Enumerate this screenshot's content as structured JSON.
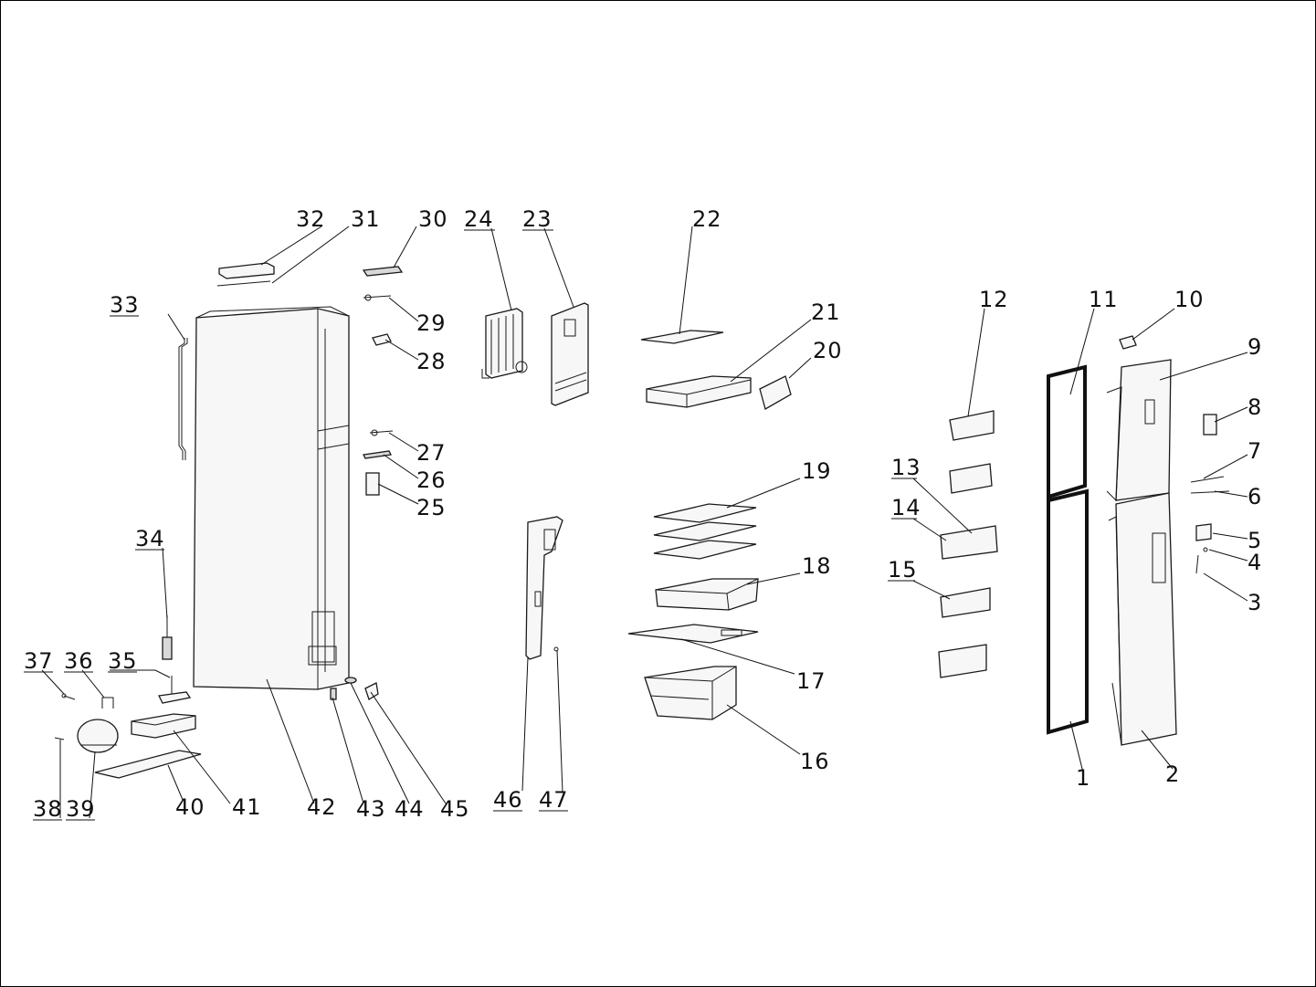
{
  "diagram": {
    "border_color": "#000000",
    "line_color": "#111111",
    "callouts": [
      {
        "id": "1",
        "label": "1",
        "underlined": false
      },
      {
        "id": "2",
        "label": "2",
        "underlined": false
      },
      {
        "id": "3",
        "label": "3",
        "underlined": false
      },
      {
        "id": "4",
        "label": "4",
        "underlined": false
      },
      {
        "id": "5",
        "label": "5",
        "underlined": false
      },
      {
        "id": "6",
        "label": "6",
        "underlined": false
      },
      {
        "id": "7",
        "label": "7",
        "underlined": false
      },
      {
        "id": "8",
        "label": "8",
        "underlined": false
      },
      {
        "id": "9",
        "label": "9",
        "underlined": false
      },
      {
        "id": "10",
        "label": "10",
        "underlined": false
      },
      {
        "id": "11",
        "label": "11",
        "underlined": false
      },
      {
        "id": "12",
        "label": "12",
        "underlined": false
      },
      {
        "id": "13",
        "label": "13",
        "underlined": true
      },
      {
        "id": "14",
        "label": "14",
        "underlined": true
      },
      {
        "id": "15",
        "label": "15",
        "underlined": true
      },
      {
        "id": "16",
        "label": "16",
        "underlined": false
      },
      {
        "id": "17",
        "label": "17",
        "underlined": false
      },
      {
        "id": "18",
        "label": "18",
        "underlined": false
      },
      {
        "id": "19",
        "label": "19",
        "underlined": false
      },
      {
        "id": "20",
        "label": "20",
        "underlined": false
      },
      {
        "id": "21",
        "label": "21",
        "underlined": false
      },
      {
        "id": "22",
        "label": "22",
        "underlined": false
      },
      {
        "id": "23",
        "label": "23",
        "underlined": true
      },
      {
        "id": "24",
        "label": "24",
        "underlined": true
      },
      {
        "id": "25",
        "label": "25",
        "underlined": false
      },
      {
        "id": "26",
        "label": "26",
        "underlined": false
      },
      {
        "id": "27",
        "label": "27",
        "underlined": false
      },
      {
        "id": "28",
        "label": "28",
        "underlined": false
      },
      {
        "id": "29",
        "label": "29",
        "underlined": false
      },
      {
        "id": "30",
        "label": "30",
        "underlined": false
      },
      {
        "id": "31",
        "label": "31",
        "underlined": false
      },
      {
        "id": "32",
        "label": "32",
        "underlined": false
      },
      {
        "id": "33",
        "label": "33",
        "underlined": true
      },
      {
        "id": "34",
        "label": "34",
        "underlined": true
      },
      {
        "id": "35",
        "label": "35",
        "underlined": true
      },
      {
        "id": "36",
        "label": "36",
        "underlined": true
      },
      {
        "id": "37",
        "label": "37",
        "underlined": true
      },
      {
        "id": "38",
        "label": "38",
        "underlined": true
      },
      {
        "id": "39",
        "label": "39",
        "underlined": true
      },
      {
        "id": "40",
        "label": "40",
        "underlined": false
      },
      {
        "id": "41",
        "label": "41",
        "underlined": false
      },
      {
        "id": "42",
        "label": "42",
        "underlined": false
      },
      {
        "id": "43",
        "label": "43",
        "underlined": false
      },
      {
        "id": "44",
        "label": "44",
        "underlined": false
      },
      {
        "id": "45",
        "label": "45",
        "underlined": false
      },
      {
        "id": "46",
        "label": "46",
        "underlined": true
      },
      {
        "id": "47",
        "label": "47",
        "underlined": true
      }
    ]
  }
}
